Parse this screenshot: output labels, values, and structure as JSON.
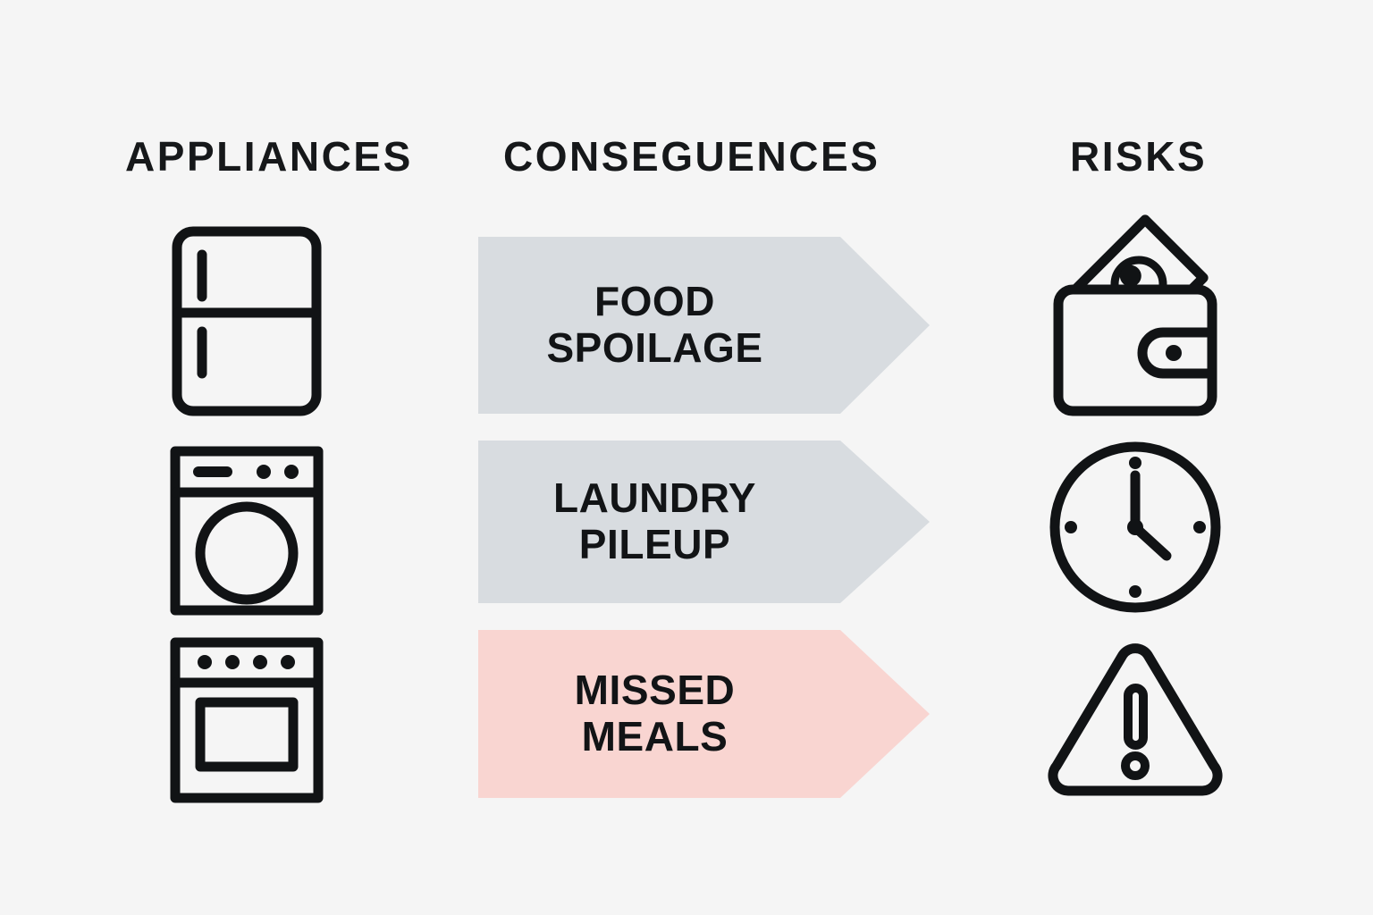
{
  "background_color": "#f5f5f5",
  "ink_color": "#111315",
  "columns": {
    "appliances": {
      "header": "APPLIANCES",
      "items": [
        {
          "icon": "refrigerator-icon",
          "name": "refrigerator"
        },
        {
          "icon": "washing-machine-icon",
          "name": "washing-machine"
        },
        {
          "icon": "oven-icon",
          "name": "oven"
        }
      ]
    },
    "consequences": {
      "header": "CONSEGUENCES",
      "items": [
        {
          "line1": "FOOD",
          "line2": "SPOILAGE",
          "text": "FOOD\nSPOILAGE",
          "color": "#d8dce0",
          "tone": "neutral"
        },
        {
          "line1": "LAUNDRY",
          "line2": "PILEUP",
          "text": "LAUNDRY\nPILEUP",
          "color": "#d8dce0",
          "tone": "neutral"
        },
        {
          "line1": "MISSED",
          "line2": "MEALS",
          "text": "MISSED\nMEALS",
          "color": "#f9d5d1",
          "tone": "alert"
        }
      ]
    },
    "risks": {
      "header": "RISKS",
      "items": [
        {
          "icon": "wallet-money-icon",
          "name": "wallet-cost"
        },
        {
          "icon": "clock-icon",
          "name": "clock-time"
        },
        {
          "icon": "warning-triangle-icon",
          "name": "warning-hazard"
        }
      ]
    }
  }
}
